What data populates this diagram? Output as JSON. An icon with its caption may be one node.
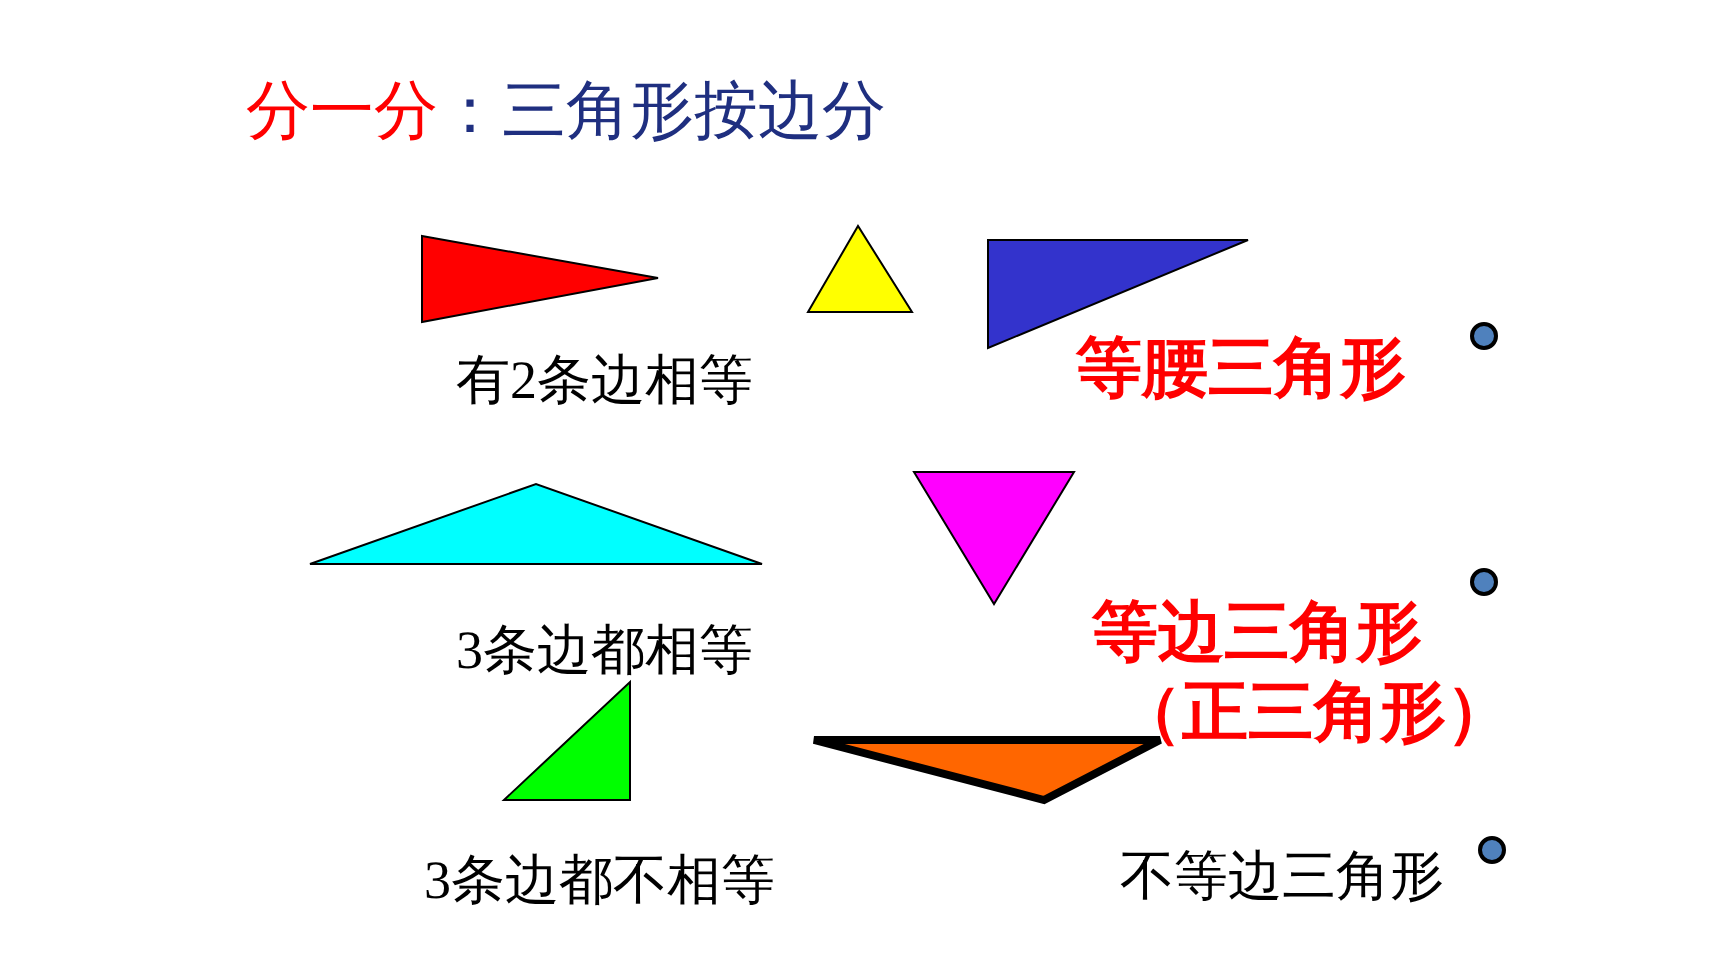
{
  "diagram": {
    "title": "分一分：三角形按边分",
    "labels": [
      "有2条边相等",
      "等腰三角形",
      "3条边都相等",
      "等边三角形",
      "（正三角形）",
      "3条边都不相等",
      "不等边三角形"
    ]
  }
}
